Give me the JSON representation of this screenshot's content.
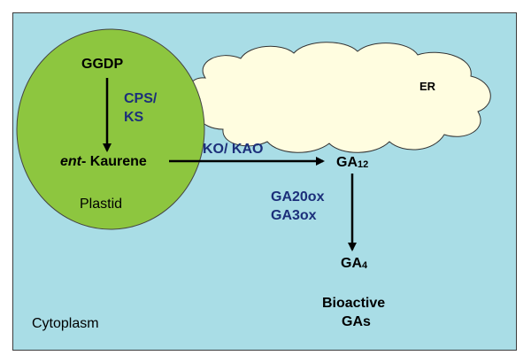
{
  "labels": {
    "ggdp": "GGDP",
    "cps_ks_line1": "CPS/",
    "cps_ks_line2": "KS",
    "ent_prefix": "ent",
    "ent_suffix": "- Kaurene",
    "plastid": "Plastid",
    "er": "ER",
    "ko_kao": "KO/ KAO",
    "ga12_base": "GA",
    "ga12_sub": "12",
    "ga20ox": "GA20ox",
    "ga3ox": "GA3ox",
    "ga4_base": "GA",
    "ga4_sub": "4",
    "bioactive_line1": "Bioactive",
    "bioactive_line2": "GAs",
    "cytoplasm": "Cytoplasm"
  },
  "colors": {
    "background": "#a9dde6",
    "plastid_fill": "#8dc63f",
    "er_fill": "#fffde0",
    "enzyme_text": "#1c2f7a",
    "arrow": "#000000"
  }
}
